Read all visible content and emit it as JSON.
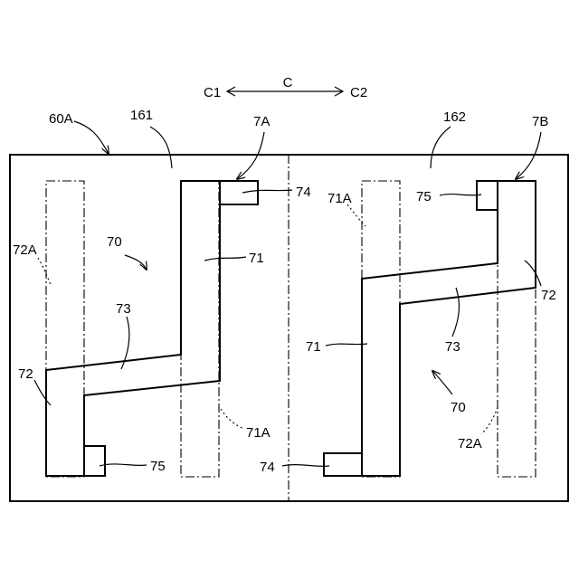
{
  "direction": {
    "center": "C",
    "left": "C1",
    "right": "C2"
  },
  "labels": {
    "l_60A": "60A",
    "l_161": "161",
    "l_162": "162",
    "l_7A": "7A",
    "l_7B": "7B",
    "l_74_left": "74",
    "l_71_left": "71",
    "l_70_left": "70",
    "l_72A_left": "72A",
    "l_73_left": "73",
    "l_72_left": "72",
    "l_71A_left": "71A",
    "l_75_left": "75",
    "l_71A_right": "71A",
    "l_75_right": "75",
    "l_72_right": "72",
    "l_73_right": "73",
    "l_71_right": "71",
    "l_70_right": "70",
    "l_72A_right": "72A",
    "l_74_right": "74"
  }
}
